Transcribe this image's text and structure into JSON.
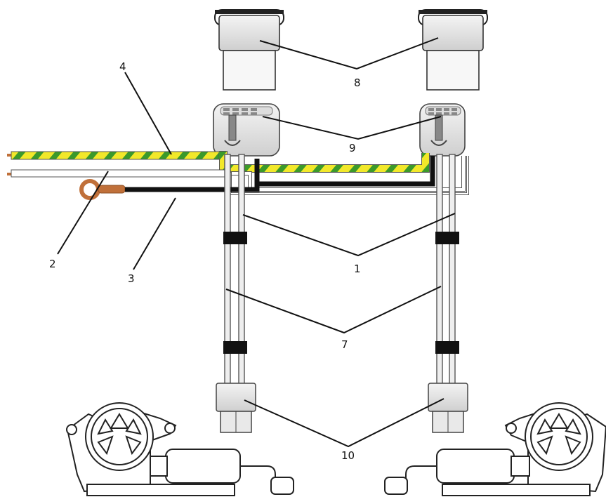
{
  "labels": {
    "wire_power": "4",
    "wire_white": "2",
    "wire_ground": "3",
    "switch_wire_bundle": "1",
    "motor_wire_bundle": "7",
    "switch": "8",
    "switch_connector": "9",
    "motor_connector": "10"
  },
  "colors": {
    "power_wire_yellow": "#f2e82a",
    "power_wire_green": "#3b9a2a",
    "ground_wire": "#111111",
    "copper": "#c0703a",
    "connector_grey": "#e6e6e6",
    "outline": "#333333"
  },
  "icons": [
    "switch-body",
    "switch-connector",
    "motor-connector",
    "window-motor",
    "ring-terminal"
  ]
}
